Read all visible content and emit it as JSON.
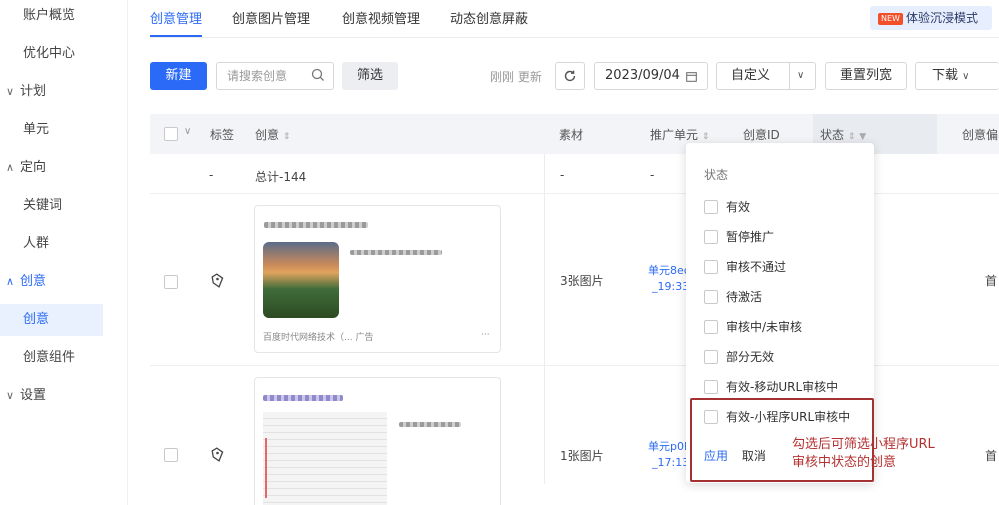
{
  "sidebar": {
    "items": [
      {
        "label": "账户概览",
        "type": "child"
      },
      {
        "label": "优化中心",
        "type": "child"
      },
      {
        "label": "计划",
        "type": "group",
        "arrow": "∨"
      },
      {
        "label": "单元",
        "type": "child"
      },
      {
        "label": "定向",
        "type": "group",
        "arrow": "∧"
      },
      {
        "label": "关键词",
        "type": "child"
      },
      {
        "label": "人群",
        "type": "child"
      },
      {
        "label": "创意",
        "type": "group",
        "arrow": "∧"
      },
      {
        "label": "创意",
        "type": "child"
      },
      {
        "label": "创意组件",
        "type": "child"
      },
      {
        "label": "设置",
        "type": "group",
        "arrow": "∨"
      }
    ]
  },
  "tabs": [
    "创意管理",
    "创意图片管理",
    "创意视频管理",
    "动态创意屏蔽"
  ],
  "immersive": {
    "badge": "NEW",
    "label": "体验沉浸模式"
  },
  "toolbar": {
    "new_label": "新建",
    "search_placeholder": "请搜索创意",
    "filter_label": "筛选",
    "refresh_text": "刚刚 更新",
    "date": "2023/09/04",
    "custom_label": "自定义",
    "reset_columns": "重置列宽",
    "download": "下载"
  },
  "table": {
    "headers": {
      "tag": "标签",
      "creative": "创意",
      "material": "素材",
      "unit": "推广单元",
      "creative_id": "创意ID",
      "status": "状态",
      "creative_extra": "创意偏"
    },
    "total": {
      "dash1": "-",
      "label": "总计-144",
      "dash2": "-",
      "dash3": "-"
    },
    "rows": [
      {
        "material": "3张图片",
        "unit_line1": "单元8ec",
        "unit_line2": "_19:33",
        "card_foot": "百度时代网络技术（... 广告",
        "status_cut": "首"
      },
      {
        "material": "1张图片",
        "unit_line1": "单元p0I",
        "unit_line2": "_17:13",
        "status_cut": "首"
      }
    ]
  },
  "dropdown": {
    "title": "状态",
    "options": [
      "有效",
      "暂停推广",
      "审核不通过",
      "待激活",
      "审核中/未审核",
      "部分无效",
      "有效-移动URL审核中",
      "有效-小程序URL审核中"
    ],
    "apply": "应用",
    "cancel": "取消"
  },
  "annotation": {
    "line1": "勾选后可筛选小程序URL",
    "line2": "审核中状态的创意"
  },
  "colors": {
    "primary": "#2b6af6",
    "annotation": "#b53131",
    "header_bg": "#f2f4f7"
  }
}
